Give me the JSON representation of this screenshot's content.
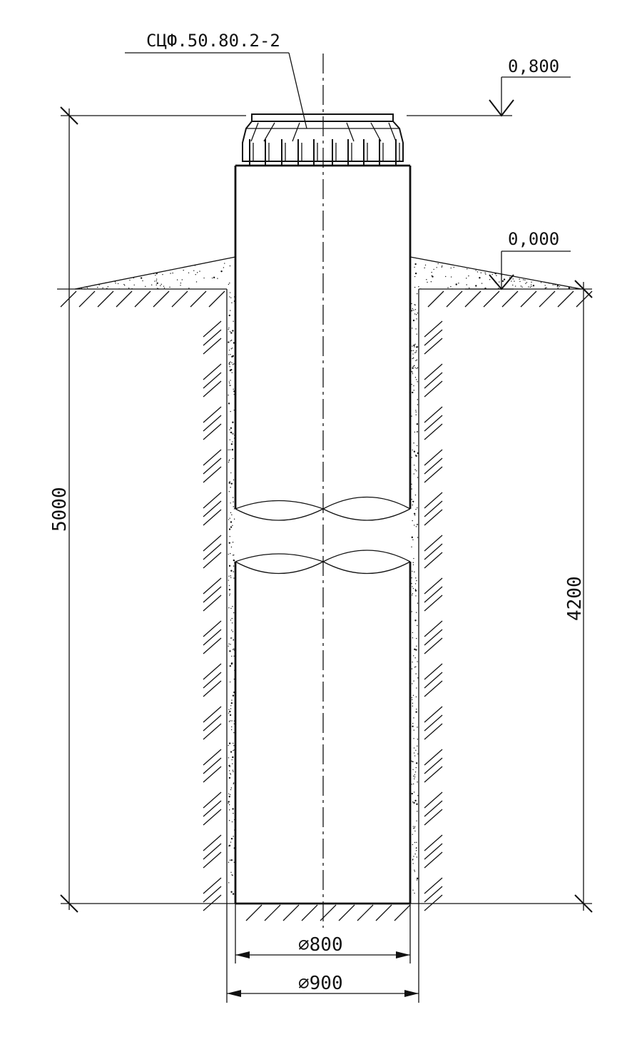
{
  "labels": {
    "product_code": "СЦФ.50.80.2-2",
    "level_top": "0,800",
    "level_ground": "0,000",
    "dim_total_height": "5000",
    "dim_buried_height": "4200",
    "dim_inner_diameter": "⌀800",
    "dim_outer_diameter": "⌀900"
  },
  "colors": {
    "line": "#111111",
    "background": "#ffffff"
  }
}
